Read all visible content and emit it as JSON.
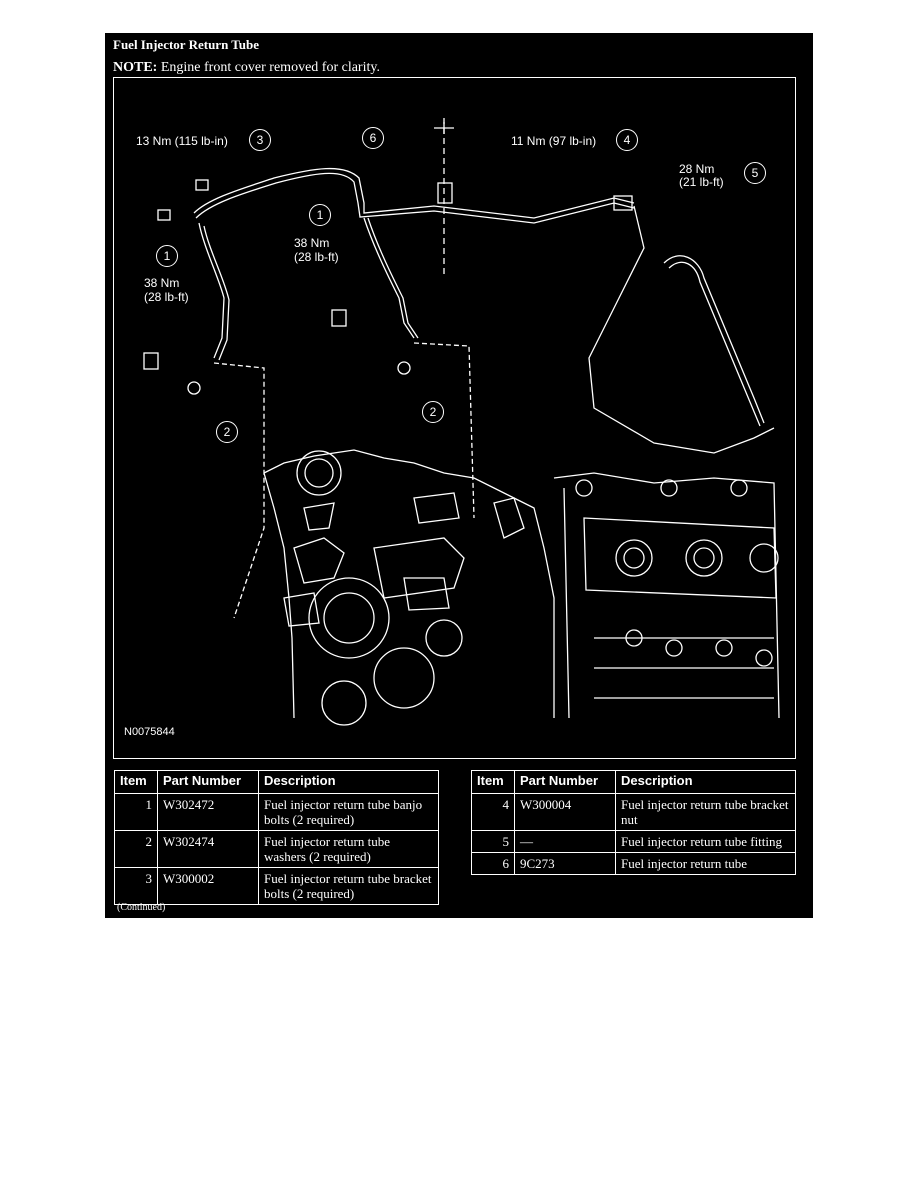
{
  "header": {
    "title": "Fuel Injector Return Tube",
    "note_label": "NOTE:",
    "note_text": " Engine front cover removed for clarity."
  },
  "figure": {
    "code": "N0075844",
    "torque_labels": {
      "t1": "13 Nm (115 lb-in)",
      "t2a": "38 Nm",
      "t2b": "(28 lb-ft)",
      "t3a": "38 Nm",
      "t3b": "(28 lb-ft)",
      "t4": "11 Nm (97 lb-in)",
      "t5a": "28 Nm",
      "t5b": "(21 lb-ft)"
    },
    "callouts": {
      "c3": "3",
      "c6": "6",
      "c4": "4",
      "c5": "5",
      "c1a": "1",
      "c1b": "1",
      "c2a": "2",
      "c2b": "2"
    }
  },
  "table": {
    "headers": [
      "Item",
      "Part Number",
      "Description"
    ],
    "left_rows": [
      {
        "item": "1",
        "part": "W302472",
        "desc": "Fuel injector return tube banjo bolts (2 required)"
      },
      {
        "item": "2",
        "part": "W302474",
        "desc": "Fuel injector return tube washers (2 required)"
      },
      {
        "item": "3",
        "part": "W300002",
        "desc": "Fuel injector return tube bracket bolts (2 required)"
      }
    ],
    "right_rows": [
      {
        "item": "4",
        "part": "W300004",
        "desc": "Fuel injector return tube bracket nut"
      },
      {
        "item": "5",
        "part": "—",
        "desc": "Fuel injector return tube fitting"
      },
      {
        "item": "6",
        "part": "9C273",
        "desc": "Fuel injector return tube"
      }
    ]
  },
  "footer": {
    "continued": "(Continued)"
  }
}
